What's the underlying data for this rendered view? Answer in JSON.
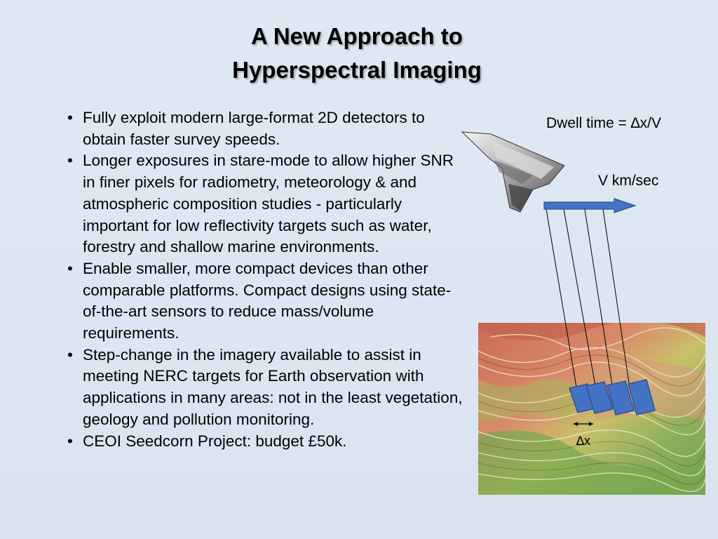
{
  "slide": {
    "title_line1": "A New Approach to",
    "title_line2": "Hyperspectral Imaging",
    "bullets": [
      "Fully exploit modern large-format 2D detectors to obtain faster survey speeds.",
      "Longer exposures in stare-mode to allow higher SNR in finer pixels for radiometry, meteorology & and atmospheric composition studies - particularly important for low reflectivity targets such as water, forestry and shallow marine environments.",
      "Enable smaller, more compact devices than other comparable platforms. Compact designs using state-of-the-art sensors to reduce mass/volume requirements.",
      "Step-change in the imagery available to assist in meeting NERC targets for Earth observation with applications in many areas: not in the least vegetation, geology and pollution monitoring.",
      "CEOI Seedcorn Project: budget £50k."
    ],
    "bullet_symbol": "•"
  },
  "figure": {
    "dwell_label": "Dwell time = ∆x/V",
    "speed_label": "V km/sec",
    "delta_x_label": "∆x",
    "arrow_color": "#4472c4",
    "footprint_color": "#4472c4"
  }
}
